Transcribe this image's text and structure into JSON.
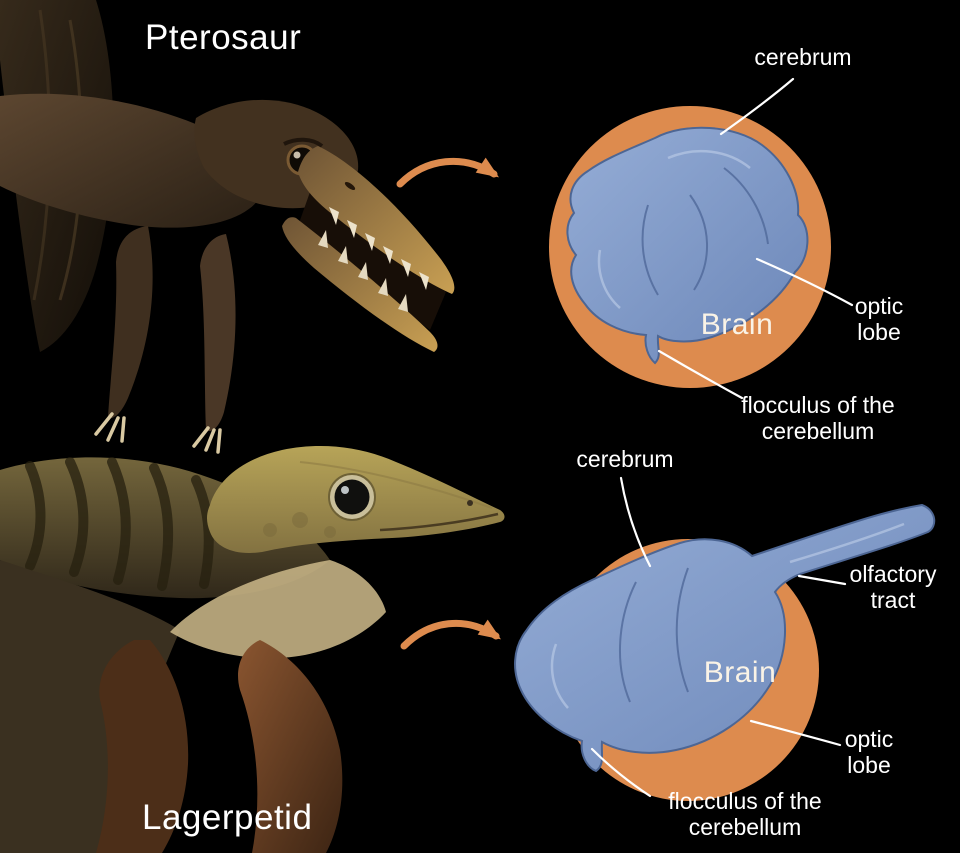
{
  "figure": {
    "background": "#000000",
    "accent_orange": "#dd8b4e",
    "brain_blue": "#7d98c7",
    "panels": [
      {
        "animal": "Pterosaur",
        "brain_badge": "Brain",
        "labels": {
          "cerebrum": "cerebrum",
          "optic_lobe": "optic\nlobe",
          "flocculus": "flocculus of the\ncerebellum"
        }
      },
      {
        "animal": "Lagerpetid",
        "brain_badge": "Brain",
        "labels": {
          "cerebrum": "cerebrum",
          "olfactory_tract": "olfactory\ntract",
          "optic_lobe": "optic\nlobe",
          "flocculus": "flocculus of the\ncerebellum"
        }
      }
    ]
  }
}
